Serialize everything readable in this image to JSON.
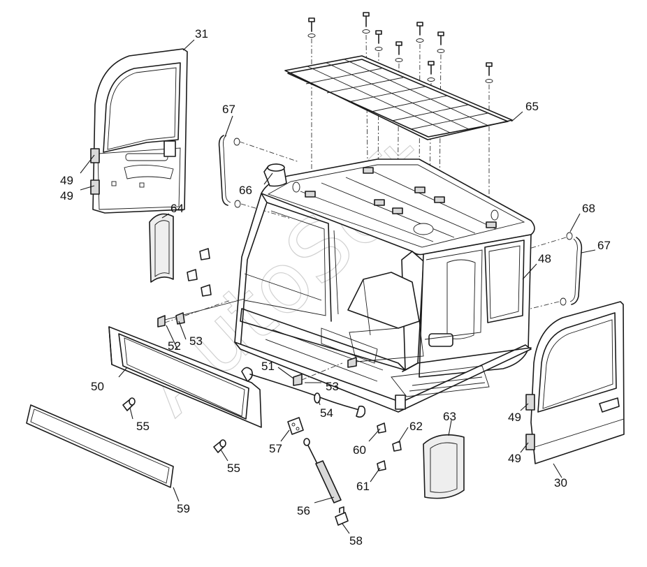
{
  "watermark": "AutoSoft",
  "callouts": {
    "c31": "31",
    "c49a": "49",
    "c49b": "49",
    "c67a": "67",
    "c66": "66",
    "c64": "64",
    "c65": "65",
    "c68": "68",
    "c67b": "67",
    "c48": "48",
    "c53a": "53",
    "c52": "52",
    "c50": "50",
    "c51": "51",
    "c53b": "53",
    "c55a": "55",
    "c54": "54",
    "c57": "57",
    "c55b": "55",
    "c59": "59",
    "c56": "56",
    "c58": "58",
    "c60": "60",
    "c62": "62",
    "c61": "61",
    "c63": "63",
    "c49c": "49",
    "c49d": "49",
    "c30": "30"
  }
}
